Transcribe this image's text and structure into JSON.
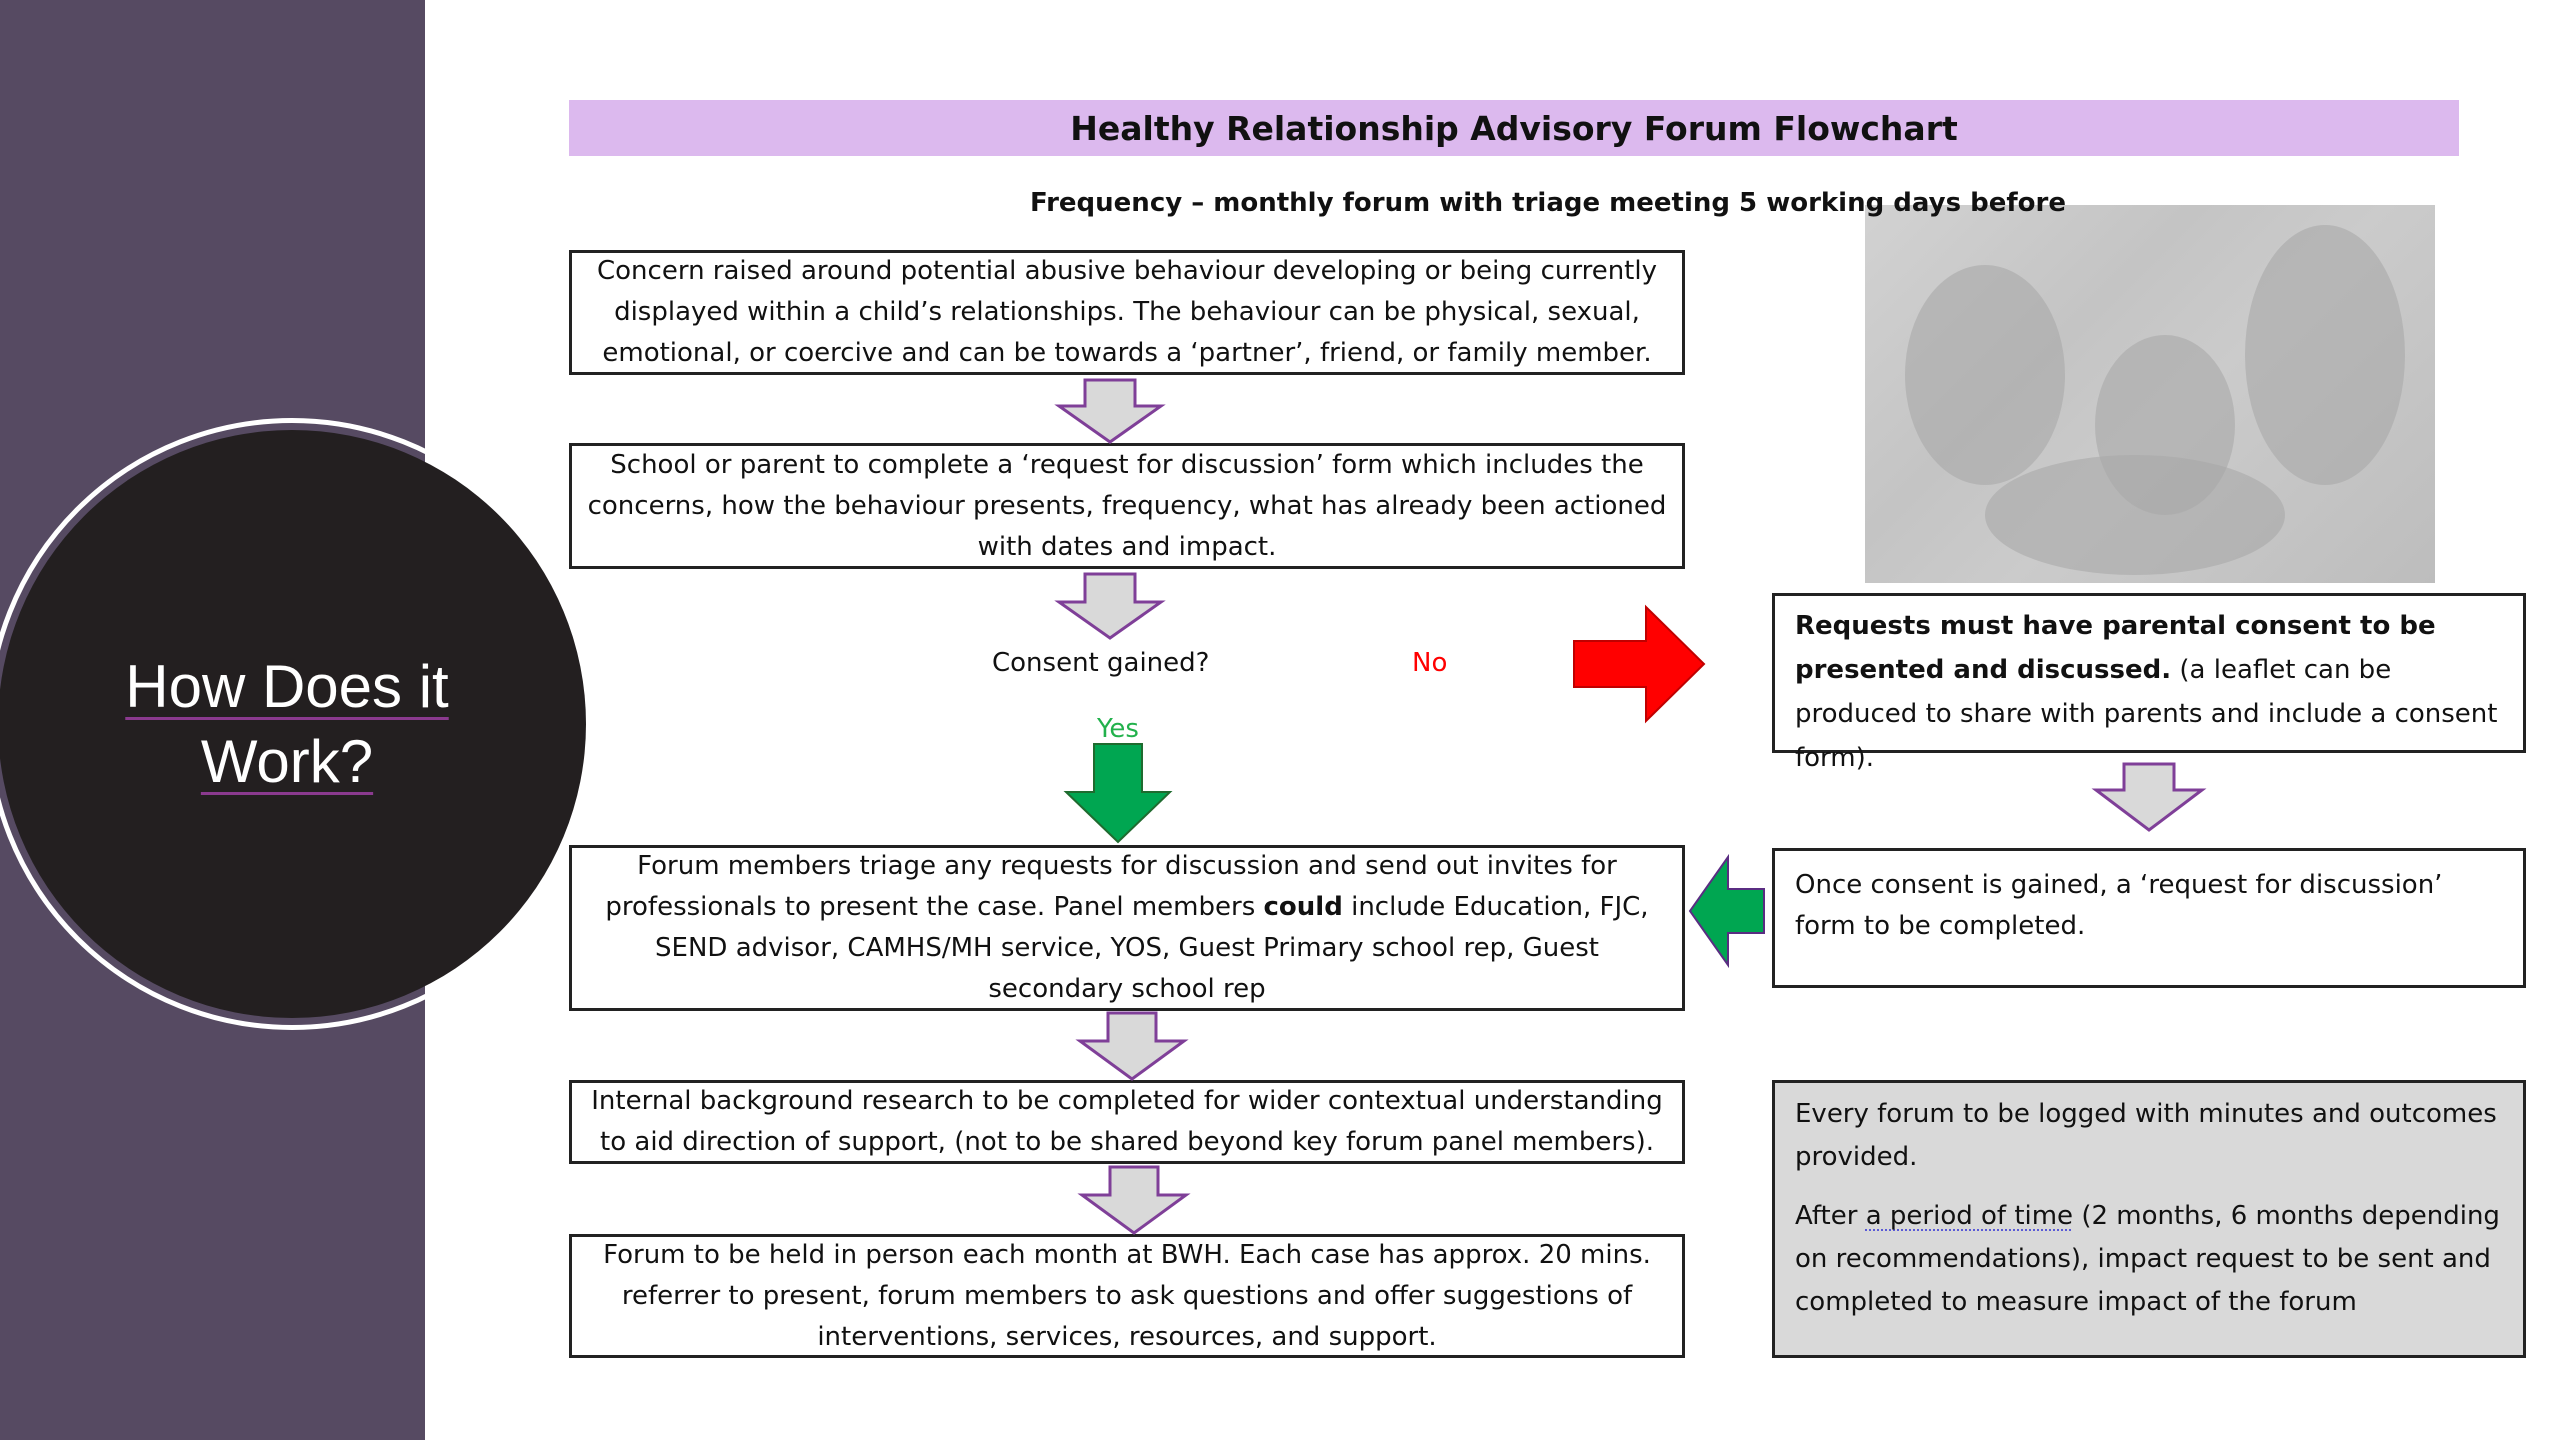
{
  "slide": {
    "title_line1": "How Does it",
    "title_line2": "Work?"
  },
  "flowchart": {
    "title": "Healthy Relationship Advisory Forum Flowchart",
    "subtitle": "Frequency – monthly forum with triage meeting 5 working days before",
    "steps": [
      "Concern raised around potential abusive behaviour developing or being currently displayed within a child’s relationships. The behaviour can be physical, sexual, emotional, or coercive and can be towards a ‘partner’, friend, or family member.",
      "School or parent to complete a ‘request for discussion’ form which includes the concerns, how the behaviour presents, frequency, what has already been actioned with dates and impact.",
      "Internal background research to be completed for wider contextual understanding to aid direction of support, (not to be shared beyond key forum panel members).",
      "Forum to be held in person each month at BWH. Each case has approx. 20 mins. referrer to present, forum members to ask questions and offer suggestions of interventions, services, resources, and support."
    ],
    "decision": {
      "question": "Consent gained?",
      "yes": "Yes",
      "no": "No"
    },
    "triage": {
      "text_before": "Forum members triage any requests for discussion and send out invites for professionals to present the case. Panel members ",
      "text_bold": "could",
      "text_after": " include Education, FJC, SEND advisor, CAMHS/MH service, YOS, Guest Primary school rep, Guest secondary school rep"
    },
    "consent_box": {
      "bold": "Requests must have parental consent to be presented and discussed.",
      "normal": " (a leaflet can be produced to share with parents and include a consent form)."
    },
    "once_consent": "Once consent is gained, a ‘request for discussion’ form to be completed.",
    "log_box": {
      "para1": "Every forum to be logged with minutes and outcomes provided.",
      "para2_before": "After ",
      "para2_link": "a period of time",
      "para2_after": " (2 months, 6 months depending on recommendations), impact request to be sent and completed to measure impact of the forum"
    },
    "colors": {
      "title_bar": "#dcb9ee",
      "sidebar": "#564a62",
      "yes_text": "#22b14c",
      "no_text": "#ff0000",
      "down_arrow_fill": "#d9d9d9",
      "down_arrow_stroke": "#7f3f98",
      "green_arrow": "#00a651",
      "red_arrow": "#ff0000"
    }
  }
}
